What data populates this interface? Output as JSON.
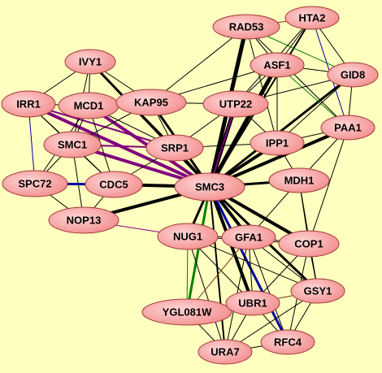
{
  "colors": {
    "background": "#ffffc0",
    "node_fill_inner": "#ffd6d6",
    "node_fill_outer": "#f28a8a",
    "node_border": "#a03a3a"
  },
  "edge_colors": {
    "black": "#000000",
    "purple": "#800080",
    "blue": "#0000a0",
    "green": "#008000",
    "brown": "#7a3a1a"
  },
  "nodes": [
    {
      "id": "RAD53",
      "label": "RAD53"
    },
    {
      "id": "HTA2",
      "label": "HTA2"
    },
    {
      "id": "IVY1",
      "label": "IVY1"
    },
    {
      "id": "ASF1",
      "label": "ASF1"
    },
    {
      "id": "GID8",
      "label": "GID8"
    },
    {
      "id": "IRR1",
      "label": "IRR1"
    },
    {
      "id": "MCD1",
      "label": "MCD1"
    },
    {
      "id": "KAP95",
      "label": "KAP95"
    },
    {
      "id": "UTP22",
      "label": "UTP22"
    },
    {
      "id": "PAA1",
      "label": "PAA1"
    },
    {
      "id": "SMC1",
      "label": "SMC1"
    },
    {
      "id": "SRP1",
      "label": "SRP1"
    },
    {
      "id": "IPP1",
      "label": "IPP1"
    },
    {
      "id": "SPC72",
      "label": "SPC72"
    },
    {
      "id": "CDC5",
      "label": "CDC5"
    },
    {
      "id": "SMC3",
      "label": "SMC3"
    },
    {
      "id": "MDH1",
      "label": "MDH1"
    },
    {
      "id": "NOP13",
      "label": "NOP13"
    },
    {
      "id": "NUG1",
      "label": "NUG1"
    },
    {
      "id": "GFA1",
      "label": "GFA1"
    },
    {
      "id": "COP1",
      "label": "COP1"
    },
    {
      "id": "GSY1",
      "label": "GSY1"
    },
    {
      "id": "YGL081W",
      "label": "YGL081W"
    },
    {
      "id": "UBR1",
      "label": "UBR1"
    },
    {
      "id": "RFC4",
      "label": "RFC4"
    },
    {
      "id": "URA7",
      "label": "URA7"
    }
  ],
  "edges": [
    [
      "SMC3",
      "RAD53",
      "black",
      5
    ],
    [
      "SMC3",
      "ASF1",
      "black",
      5
    ],
    [
      "SMC3",
      "UTP22",
      "black",
      5
    ],
    [
      "SMC3",
      "IPP1",
      "black",
      4
    ],
    [
      "SMC3",
      "PAA1",
      "black",
      4
    ],
    [
      "SMC3",
      "MDH1",
      "black",
      3
    ],
    [
      "SMC3",
      "GID8",
      "black",
      3
    ],
    [
      "SMC3",
      "HTA2",
      "black",
      2
    ],
    [
      "SMC3",
      "COP1",
      "black",
      4
    ],
    [
      "SMC3",
      "GSY1",
      "black",
      3
    ],
    [
      "SMC3",
      "GFA1",
      "black",
      4
    ],
    [
      "SMC3",
      "NUG1",
      "black",
      3
    ],
    [
      "SMC3",
      "UBR1",
      "black",
      4
    ],
    [
      "SMC3",
      "RFC4",
      "blue",
      3
    ],
    [
      "SMC3",
      "URA7",
      "black",
      2
    ],
    [
      "SMC3",
      "YGL081W",
      "green",
      3
    ],
    [
      "SMC3",
      "NOP13",
      "black",
      4
    ],
    [
      "SMC3",
      "CDC5",
      "black",
      4
    ],
    [
      "SMC3",
      "SRP1",
      "black",
      3
    ],
    [
      "SMC3",
      "KAP95",
      "black",
      3
    ],
    [
      "SMC3",
      "IVY1",
      "black",
      3
    ],
    [
      "SMC3",
      "MCD1",
      "purple",
      4
    ],
    [
      "SMC3",
      "IRR1",
      "purple",
      4
    ],
    [
      "SMC3",
      "SMC1",
      "purple",
      4
    ],
    [
      "SMC3",
      "SPC72",
      "black",
      1
    ],
    [
      "SMC3",
      "UTP22",
      "purple",
      2
    ],
    [
      "RAD53",
      "HTA2",
      "brown",
      1
    ],
    [
      "RAD53",
      "ASF1",
      "black",
      1
    ],
    [
      "RAD53",
      "GID8",
      "green",
      1
    ],
    [
      "RAD53",
      "KAP95",
      "black",
      1
    ],
    [
      "RAD53",
      "PAA1",
      "black",
      1
    ],
    [
      "RAD53",
      "IPP1",
      "black",
      1
    ],
    [
      "HTA2",
      "ASF1",
      "black",
      1
    ],
    [
      "HTA2",
      "GID8",
      "black",
      1
    ],
    [
      "HTA2",
      "PAA1",
      "blue",
      1
    ],
    [
      "HTA2",
      "UTP22",
      "black",
      1
    ],
    [
      "ASF1",
      "GID8",
      "black",
      1
    ],
    [
      "ASF1",
      "UTP22",
      "black",
      1
    ],
    [
      "ASF1",
      "IPP1",
      "black",
      1
    ],
    [
      "ASF1",
      "PAA1",
      "green",
      1
    ],
    [
      "ASF1",
      "KAP95",
      "black",
      1
    ],
    [
      "GID8",
      "PAA1",
      "black",
      1
    ],
    [
      "GID8",
      "IPP1",
      "black",
      1
    ],
    [
      "GID8",
      "UTP22",
      "black",
      1
    ],
    [
      "UTP22",
      "KAP95",
      "black",
      1
    ],
    [
      "UTP22",
      "IPP1",
      "black",
      1
    ],
    [
      "UTP22",
      "SRP1",
      "black",
      1
    ],
    [
      "PAA1",
      "IPP1",
      "black",
      1
    ],
    [
      "PAA1",
      "MDH1",
      "black",
      1
    ],
    [
      "PAA1",
      "COP1",
      "black",
      1
    ],
    [
      "IPP1",
      "MDH1",
      "black",
      1
    ],
    [
      "IPP1",
      "SRP1",
      "black",
      1
    ],
    [
      "IVY1",
      "KAP95",
      "black",
      1
    ],
    [
      "IVY1",
      "MCD1",
      "black",
      1
    ],
    [
      "IVY1",
      "IRR1",
      "black",
      1
    ],
    [
      "IVY1",
      "SMC1",
      "black",
      1
    ],
    [
      "IVY1",
      "SRP1",
      "black",
      1
    ],
    [
      "IRR1",
      "MCD1",
      "black",
      1
    ],
    [
      "IRR1",
      "SMC1",
      "black",
      1
    ],
    [
      "IRR1",
      "SPC72",
      "blue",
      1
    ],
    [
      "IRR1",
      "CDC5",
      "black",
      1
    ],
    [
      "IRR1",
      "SRP1",
      "purple",
      2
    ],
    [
      "MCD1",
      "KAP95",
      "black",
      1
    ],
    [
      "MCD1",
      "SMC1",
      "black",
      1
    ],
    [
      "MCD1",
      "CDC5",
      "black",
      1
    ],
    [
      "MCD1",
      "SPC72",
      "black",
      1
    ],
    [
      "MCD1",
      "SRP1",
      "black",
      1
    ],
    [
      "KAP95",
      "SRP1",
      "black",
      1
    ],
    [
      "KAP95",
      "SMC1",
      "black",
      1
    ],
    [
      "SMC1",
      "SPC72",
      "black",
      1
    ],
    [
      "SMC1",
      "CDC5",
      "black",
      1
    ],
    [
      "SMC1",
      "NOP13",
      "black",
      1
    ],
    [
      "SMC1",
      "SRP1",
      "purple",
      2
    ],
    [
      "SPC72",
      "CDC5",
      "blue",
      3
    ],
    [
      "SPC72",
      "NOP13",
      "black",
      1
    ],
    [
      "CDC5",
      "NOP13",
      "black",
      1
    ],
    [
      "CDC5",
      "SRP1",
      "black",
      1
    ],
    [
      "NOP13",
      "NUG1",
      "purple",
      1
    ],
    [
      "MDH1",
      "COP1",
      "black",
      1
    ],
    [
      "MDH1",
      "GFA1",
      "black",
      1
    ],
    [
      "NUG1",
      "GFA1",
      "black",
      1
    ],
    [
      "NUG1",
      "UBR1",
      "black",
      1
    ],
    [
      "NUG1",
      "COP1",
      "black",
      1
    ],
    [
      "NUG1",
      "YGL081W",
      "green",
      1
    ],
    [
      "NUG1",
      "URA7",
      "black",
      1
    ],
    [
      "NUG1",
      "GSY1",
      "black",
      1
    ],
    [
      "GFA1",
      "COP1",
      "black",
      1
    ],
    [
      "GFA1",
      "UBR1",
      "black",
      1
    ],
    [
      "GFA1",
      "GSY1",
      "black",
      1
    ],
    [
      "GFA1",
      "RFC4",
      "black",
      1
    ],
    [
      "GFA1",
      "URA7",
      "black",
      1
    ],
    [
      "GFA1",
      "YGL081W",
      "brown",
      1
    ],
    [
      "COP1",
      "GSY1",
      "black",
      1
    ],
    [
      "COP1",
      "UBR1",
      "black",
      1
    ],
    [
      "COP1",
      "RFC4",
      "black",
      1
    ],
    [
      "GSY1",
      "UBR1",
      "brown",
      1
    ],
    [
      "GSY1",
      "RFC4",
      "black",
      1
    ],
    [
      "GSY1",
      "URA7",
      "black",
      1
    ],
    [
      "GSY1",
      "MDH1",
      "black",
      1
    ],
    [
      "UBR1",
      "RFC4",
      "black",
      1
    ],
    [
      "UBR1",
      "URA7",
      "black",
      1
    ],
    [
      "UBR1",
      "YGL081W",
      "black",
      1
    ],
    [
      "URA7",
      "RFC4",
      "black",
      1
    ],
    [
      "URA7",
      "YGL081W",
      "black",
      1
    ]
  ]
}
